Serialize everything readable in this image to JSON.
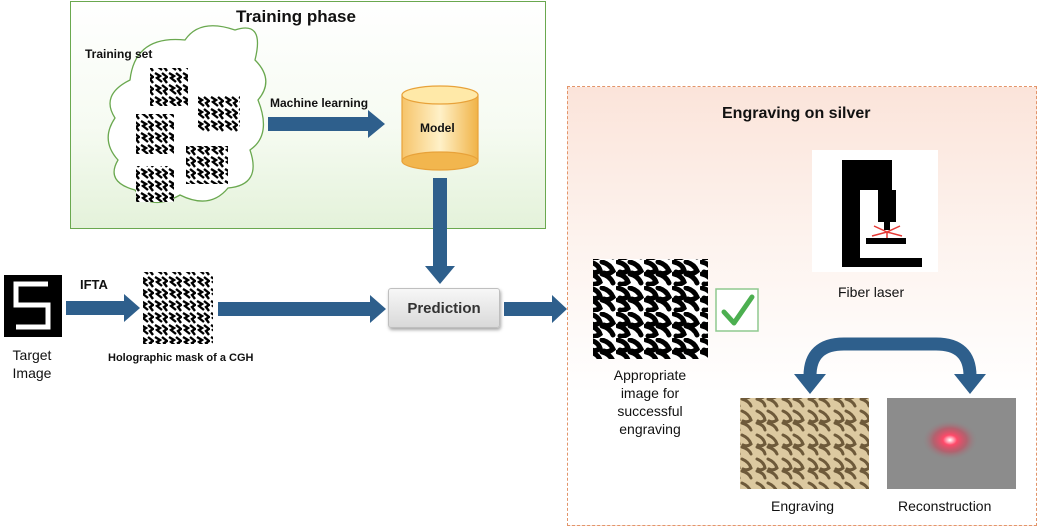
{
  "training": {
    "title": "Training phase",
    "set_label": "Training set",
    "ml_label": "Machine learning",
    "model_label": "Model"
  },
  "input": {
    "target_label_line1": "Target",
    "target_label_line2": "Image",
    "ifta_label": "IFTA",
    "mask_label": "Holographic mask of a CGH"
  },
  "prediction": {
    "label": "Prediction"
  },
  "engraving": {
    "title": "Engraving on silver",
    "laser_label": "Fiber laser",
    "appropriate_line1": "Appropriate",
    "appropriate_line2": "image for",
    "appropriate_line3": "successful",
    "appropriate_line4": "engraving",
    "engraving_label": "Engraving",
    "reconstruction_label": "Reconstruction"
  },
  "colors": {
    "arrow": "#2e5f8c",
    "training_border": "#6aa84f",
    "engrave_border": "#e3956a",
    "check": "#4caf50"
  }
}
